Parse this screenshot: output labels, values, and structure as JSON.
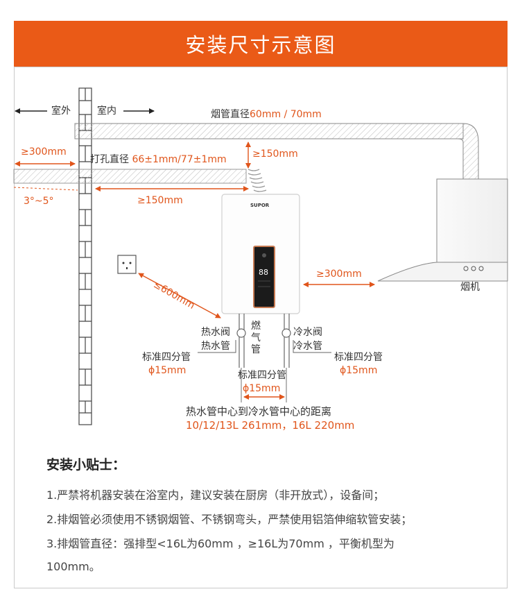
{
  "header": {
    "title": "安装尺寸示意图"
  },
  "diagram": {
    "outdoor": "室外",
    "indoor": "室内",
    "flue_diameter_label": "烟管直径",
    "flue_diameter_value": "60mm / 70mm",
    "min_300_wall": "≥300mm",
    "drill_label": "打孔直径",
    "drill_value": "66±1mm/77±1mm",
    "min_150_top": "≥150mm",
    "slope": "3°~5°",
    "min_150_side": "≥150mm",
    "min_600": "≤600mm",
    "min_300_hood": "≥300mm",
    "hood_label": "烟机",
    "brand": "SUPOR",
    "display": "88",
    "hot_valve": "热水阀",
    "hot_pipe": "热水管",
    "gas_pipe": "燃气管",
    "cold_valve": "冷水阀",
    "cold_pipe": "冷水管",
    "std_pipe_left": "标准四分管",
    "dia_left": "ϕ15mm",
    "std_pipe_mid": "标准四分管",
    "dia_mid": "ϕ15mm",
    "std_pipe_right": "标准四分管",
    "dia_right": "ϕ15mm",
    "center_distance_label": "热水管中心到冷水管中心的距离",
    "center_distance_value": "10/12/13L 261mm，16L 220mm"
  },
  "tips": {
    "title": "安装小贴士：",
    "items": [
      "1.严禁将机器安装在浴室内，建议安装在厨房（非开放式），设备间；",
      "2.排烟管必须使用不锈钢烟管、不锈钢弯头，严禁使用铝箔伸缩软管安装；",
      "3.排烟管直径：强排型<16L为60mm ，≥16L为70mm ，平衡机型为",
      "100mm。"
    ]
  },
  "colors": {
    "accent": "#ea5a17",
    "dimension": "#e0551b",
    "line": "#555555"
  }
}
